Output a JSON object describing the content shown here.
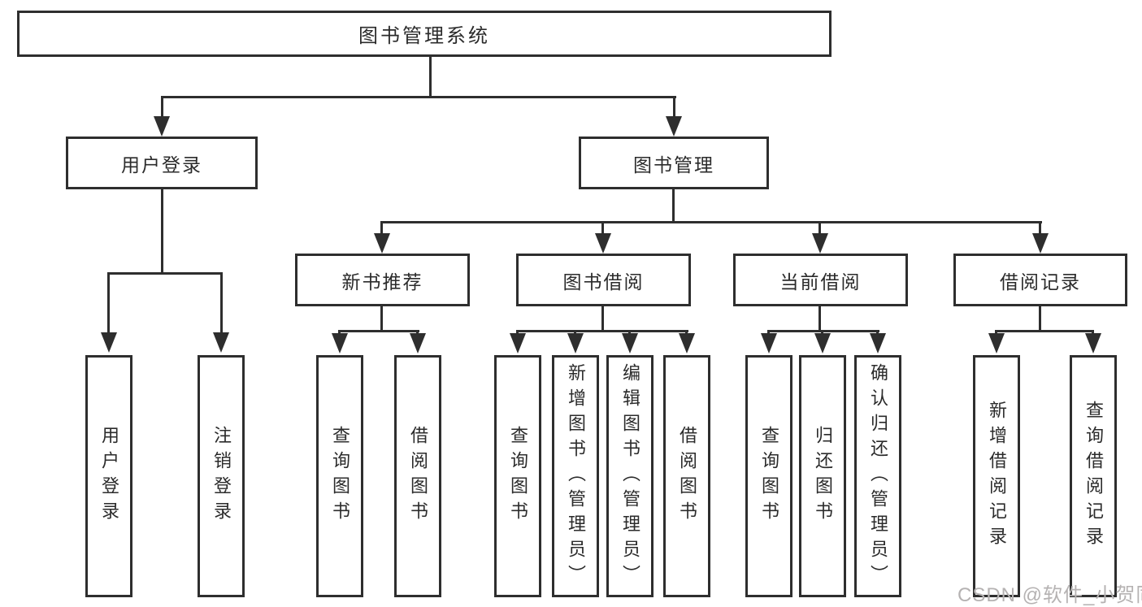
{
  "root": {
    "label": "图书管理系统"
  },
  "branches": [
    {
      "label": "用户登录",
      "children": [
        {
          "label": "用户登录"
        },
        {
          "label": "注销登录"
        }
      ]
    },
    {
      "label": "图书管理",
      "sections": [
        {
          "label": "新书推荐",
          "children": [
            {
              "label": "查询图书"
            },
            {
              "label": "借阅图书"
            }
          ]
        },
        {
          "label": "图书借阅",
          "children": [
            {
              "label": "查询图书"
            },
            {
              "label": "新增图书（管理员）"
            },
            {
              "label": "编辑图书（管理员）"
            },
            {
              "label": "借阅图书"
            }
          ]
        },
        {
          "label": "当前借阅",
          "children": [
            {
              "label": "查询图书"
            },
            {
              "label": "归还图书"
            },
            {
              "label": "确认归还（管理员）"
            }
          ]
        },
        {
          "label": "借阅记录",
          "children": [
            {
              "label": "新增借阅记录"
            },
            {
              "label": "查询借阅记录"
            }
          ]
        }
      ]
    }
  ],
  "watermark": {
    "text": "CSDN @软件_小贺同学",
    "color": "#b5b2b2"
  },
  "colors": {
    "line": "#2e2e2e",
    "text": "#2b2b2b",
    "background": "#ffffff"
  }
}
